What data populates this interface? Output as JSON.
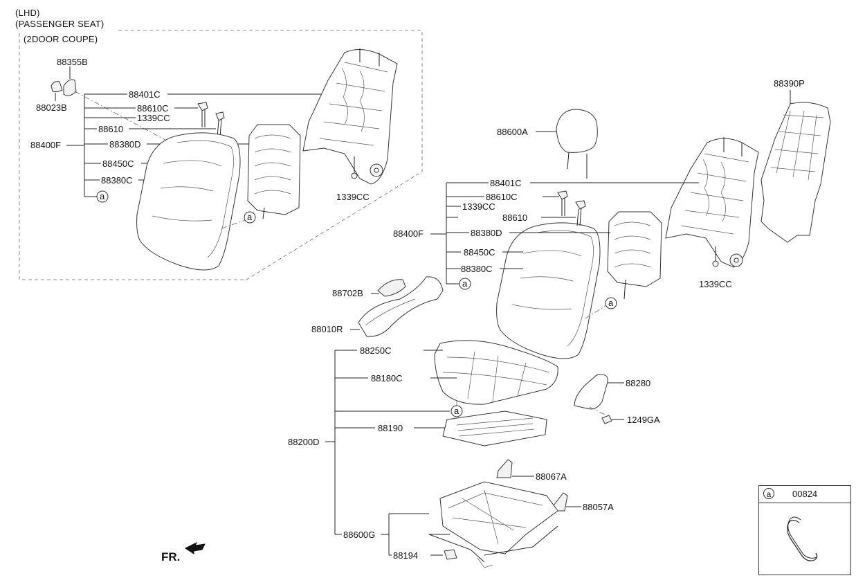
{
  "header": {
    "line1": "(LHD)",
    "line2": "(PASSENGER SEAT)",
    "inset_title": "(2DOOR COUPE)"
  },
  "labels": {
    "inset_88355B": "88355B",
    "inset_88023B": "88023B",
    "inset_88401C": "88401C",
    "inset_88610C": "88610C",
    "inset_1339CC": "1339CC",
    "inset_88610": "88610",
    "inset_88400F": "88400F",
    "inset_88380D": "88380D",
    "inset_88450C": "88450C",
    "inset_88380C": "88380C",
    "inset_1339CC_b": "1339CC",
    "main_88600A": "88600A",
    "main_88390P": "88390P",
    "main_88401C": "88401C",
    "main_88610C": "88610C",
    "main_1339CC": "1339CC",
    "main_88610": "88610",
    "main_88400F": "88400F",
    "main_88380D": "88380D",
    "main_88450C": "88450C",
    "main_88380C": "88380C",
    "main_1339CC_b": "1339CC",
    "main_88702B": "88702B",
    "main_88010R": "88010R",
    "main_88250C": "88250C",
    "main_88180C": "88180C",
    "main_88280": "88280",
    "main_1249GA": "1249GA",
    "main_88190": "88190",
    "main_88200D": "88200D",
    "main_88067A": "88067A",
    "main_88057A": "88057A",
    "main_88600G": "88600G",
    "main_88194": "88194"
  },
  "ref_mark": "a",
  "legend": {
    "mark": "a",
    "code": "00824"
  },
  "fr_label": "FR."
}
